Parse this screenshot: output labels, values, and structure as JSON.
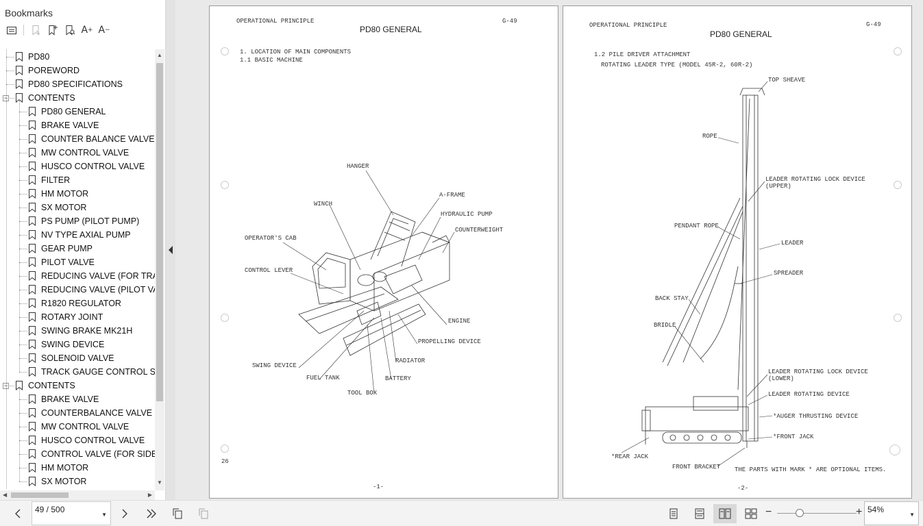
{
  "sidebar": {
    "title": "Bookmarks",
    "tools": [
      "expand-collapse-icon",
      "delete-bookmark-icon",
      "add-bookmark-icon",
      "find-bookmark-icon",
      "increase-text-size-icon",
      "decrease-text-size-icon"
    ],
    "items": [
      {
        "label": "PD80",
        "level": 0,
        "expander": ""
      },
      {
        "label": "POREWORD",
        "level": 0,
        "expander": ""
      },
      {
        "label": "PD80 SPECIFICATIONS",
        "level": 0,
        "expander": ""
      },
      {
        "label": "CONTENTS",
        "level": 0,
        "expander": "−"
      },
      {
        "label": "PD80 GENERAL",
        "level": 1,
        "expander": ""
      },
      {
        "label": "BRAKE VALVE",
        "level": 1,
        "expander": ""
      },
      {
        "label": "COUNTER BALANCE VALVE",
        "level": 1,
        "expander": ""
      },
      {
        "label": "MW CONTROL VALVE",
        "level": 1,
        "expander": ""
      },
      {
        "label": "HUSCO CONTROL VALVE",
        "level": 1,
        "expander": ""
      },
      {
        "label": "FILTER",
        "level": 1,
        "expander": ""
      },
      {
        "label": "HM MOTOR",
        "level": 1,
        "expander": ""
      },
      {
        "label": "SX MOTOR",
        "level": 1,
        "expander": ""
      },
      {
        "label": "PS PUMP (PILOT PUMP)",
        "level": 1,
        "expander": ""
      },
      {
        "label": "NV TYPE AXIAL PUMP",
        "level": 1,
        "expander": ""
      },
      {
        "label": "GEAR PUMP",
        "level": 1,
        "expander": ""
      },
      {
        "label": "PILOT VALVE",
        "level": 1,
        "expander": ""
      },
      {
        "label": "REDUCING VALVE (FOR TRAVEL",
        "level": 1,
        "expander": ""
      },
      {
        "label": "REDUCING VALVE (PILOT VALV",
        "level": 1,
        "expander": ""
      },
      {
        "label": "R1820 REGULATOR",
        "level": 1,
        "expander": ""
      },
      {
        "label": "ROTARY JOINT",
        "level": 1,
        "expander": ""
      },
      {
        "label": "SWING BRAKE MK21H",
        "level": 1,
        "expander": ""
      },
      {
        "label": "SWING DEVICE",
        "level": 1,
        "expander": ""
      },
      {
        "label": "SOLENOID VALVE",
        "level": 1,
        "expander": ""
      },
      {
        "label": "TRACK GAUGE CONTROL SYST",
        "level": 1,
        "expander": ""
      },
      {
        "label": "CONTENTS",
        "level": 0,
        "expander": "−"
      },
      {
        "label": "BRAKE VALVE",
        "level": 1,
        "expander": ""
      },
      {
        "label": "COUNTERBALANCE VALVE",
        "level": 1,
        "expander": ""
      },
      {
        "label": "MW CONTROL VALVE",
        "level": 1,
        "expander": ""
      },
      {
        "label": "HUSCO CONTROL VALVE",
        "level": 1,
        "expander": ""
      },
      {
        "label": "CONTROL VALVE (FOR SIDE FR",
        "level": 1,
        "expander": ""
      },
      {
        "label": "HM MOTOR",
        "level": 1,
        "expander": ""
      },
      {
        "label": "SX MOTOR",
        "level": 1,
        "expander": ""
      }
    ]
  },
  "page1": {
    "header_left": "OPERATIONAL PRINCIPLE",
    "header_right": "G-49",
    "title": "PD80 GENERAL",
    "section1": "1. LOCATION OF MAIN COMPONENTS",
    "section2": "1.1 BASIC MACHINE",
    "footer": "-1-",
    "margin_mark": "26",
    "labels": {
      "hanger": "HANGER",
      "winch": "WINCH",
      "aframe": "A-FRAME",
      "hydraulic_pump": "HYDRAULIC PUMP",
      "counterweight": "COUNTERWEIGHT",
      "operators_cab": "OPERATOR'S CAB",
      "control_lever": "CONTROL LEVER",
      "engine": "ENGINE",
      "propelling_device": "PROPELLING DEVICE",
      "radiator": "RADIATOR",
      "swing_device": "SWING  DEVICE",
      "fuel_tank": "FUEL TANK",
      "battery": "BATTERY",
      "tool_box": "TOOL BOX"
    }
  },
  "page2": {
    "header_left": "OPERATIONAL PRINCIPLE",
    "header_right": "G-49",
    "title": "PD80 GENERAL",
    "section1": "1.2 PILE DRIVER ATTACHMENT",
    "section2": "ROTATING LEADER TYPE (MODEL 45R-2, 60R-2)",
    "footer": "-2-",
    "note": "THE PARTS WITH MARK * ARE OPTIONAL ITEMS.",
    "labels": {
      "top_sheave": "TOP SHEAVE",
      "rope": "ROPE",
      "lock_upper_1": "LEADER ROTATING LOCK DEVICE",
      "lock_upper_2": "(UPPER)",
      "pendant_rope": "PENDANT ROPE",
      "leader": "LEADER",
      "spreader": "SPREADER",
      "back_stay": "BACK STAY",
      "bridle": "BRIDLE",
      "lock_lower_1": "LEADER ROTATING LOCK DEVICE",
      "lock_lower_2": "(LOWER)",
      "rotating_device": "LEADER ROTATING DEVICE",
      "auger": "*AUGER THRUSTING DEVICE",
      "front_jack": "*FRONT JACK",
      "rear_jack": "*REAR JACK",
      "front_bracket": "FRONT BRACKET"
    }
  },
  "bottombar": {
    "page_indicator": "49 / 500",
    "zoom_value": "54%",
    "zoom_minus": "−",
    "zoom_plus": "+",
    "active_view": "two-page"
  }
}
